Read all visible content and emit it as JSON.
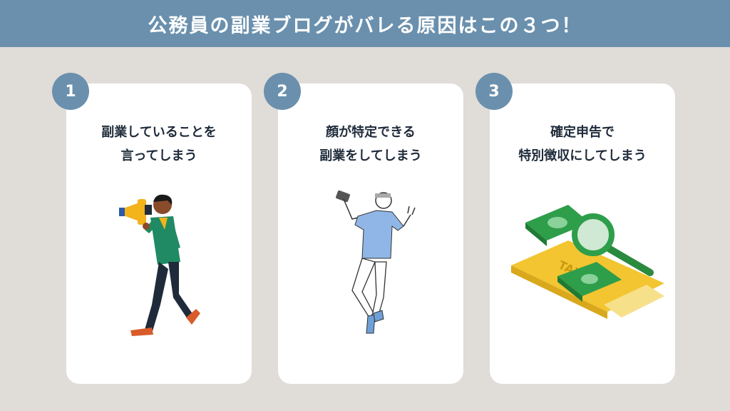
{
  "header": {
    "title": "公務員の副業ブログがバレる原因はこの３つ！"
  },
  "cards": [
    {
      "number": "1",
      "line1": "副業していることを",
      "line2": "言ってしまう",
      "illustration": "megaphone-person-icon"
    },
    {
      "number": "2",
      "line1": "顔が特定できる",
      "line2": "副業をしてしまう",
      "illustration": "selfie-person-icon"
    },
    {
      "number": "3",
      "line1": "確定申告で",
      "line2": "特別徴収にしてしまう",
      "illustration": "tax-document-icon",
      "illustration_text": "TAX"
    }
  ],
  "colors": {
    "background": "#e0dcd8",
    "header": "#6a90ad",
    "badge": "#6a90ad",
    "card": "#ffffff",
    "text": "#1f2b3a"
  }
}
